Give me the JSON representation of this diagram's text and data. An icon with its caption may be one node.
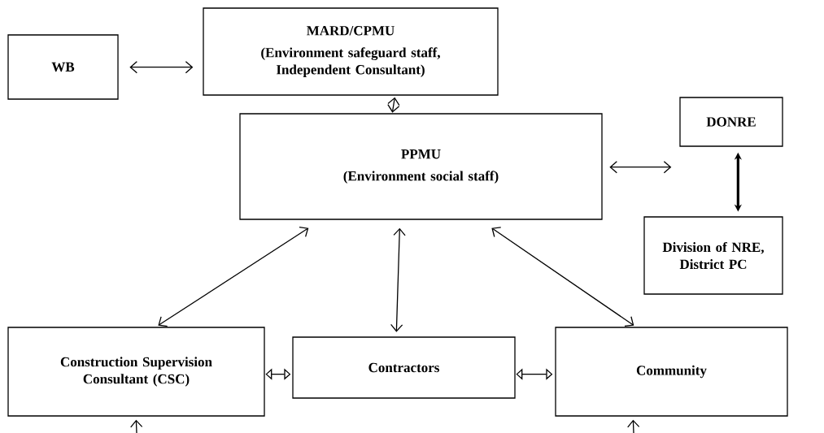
{
  "diagram": {
    "nodes": [
      {
        "text": [
          "WB"
        ]
      },
      {
        "text": [
          "MARD/CPMU",
          "(Environment safeguard staff, Independent Consultant)"
        ]
      },
      {
        "text": [
          "PPMU",
          "(Environment social staff)"
        ]
      },
      {
        "text": [
          "DONRE"
        ]
      },
      {
        "text": [
          "Division of NRE, District PC"
        ]
      },
      {
        "text": [
          "Construction Supervision Consultant (CSC)"
        ]
      },
      {
        "text": [
          "Contractors"
        ]
      },
      {
        "text": [
          "Community"
        ]
      }
    ],
    "edges": [
      {
        "from": 0,
        "to": 1,
        "arrow": "both"
      },
      {
        "from": 1,
        "to": 2,
        "arrow": "both"
      },
      {
        "from": 2,
        "to": 3,
        "arrow": "both"
      },
      {
        "from": 3,
        "to": 4,
        "arrow": "both",
        "style": "thick"
      },
      {
        "from": 2,
        "to": 5,
        "arrow": "both"
      },
      {
        "from": 2,
        "to": 6,
        "arrow": "both"
      },
      {
        "from": 2,
        "to": 7,
        "arrow": "both"
      },
      {
        "from": 5,
        "to": 6,
        "arrow": "both"
      },
      {
        "from": 6,
        "to": 7,
        "arrow": "both"
      },
      {
        "from": null,
        "to": 5,
        "arrow": "to"
      },
      {
        "from": null,
        "to": 7,
        "arrow": "to"
      }
    ]
  }
}
